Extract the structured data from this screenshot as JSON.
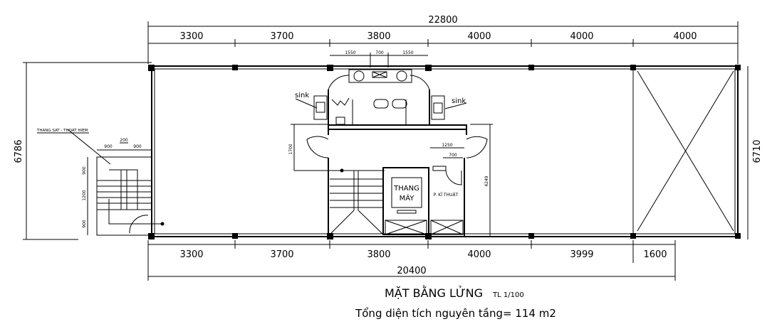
{
  "dimensions": {
    "overall_top": "22800",
    "top_segments": [
      "3300",
      "3700",
      "3800",
      "4000",
      "4000",
      "4000"
    ],
    "bottom_segments": [
      "3300",
      "3700",
      "3800",
      "4000",
      "3999",
      "1600"
    ],
    "overall_bottom": "20400",
    "left_height": "6786",
    "right_height": "6710",
    "wc_segments": [
      "1550",
      "700",
      "1550"
    ],
    "lobby_depth": "1700",
    "core_depth": "4249",
    "tech_width": "1250",
    "tech_door": "700",
    "stair_widths": [
      "900",
      "200",
      "900"
    ],
    "stair_depths": [
      "900",
      "1200",
      "900"
    ]
  },
  "labels": {
    "sink_left": "sink",
    "sink_right": "sink",
    "elevator_line1": "THANG",
    "elevator_line2": "MÁY",
    "tech_room": "P. KĨ THUẬT",
    "fire_stair": "THANG SAT - THOAT HIEM"
  },
  "title": {
    "main": "MẶT BẰNG LỬNG",
    "scale": "TL 1/100",
    "area": "Tổng diện tích nguyên tầng= 114 m2"
  }
}
